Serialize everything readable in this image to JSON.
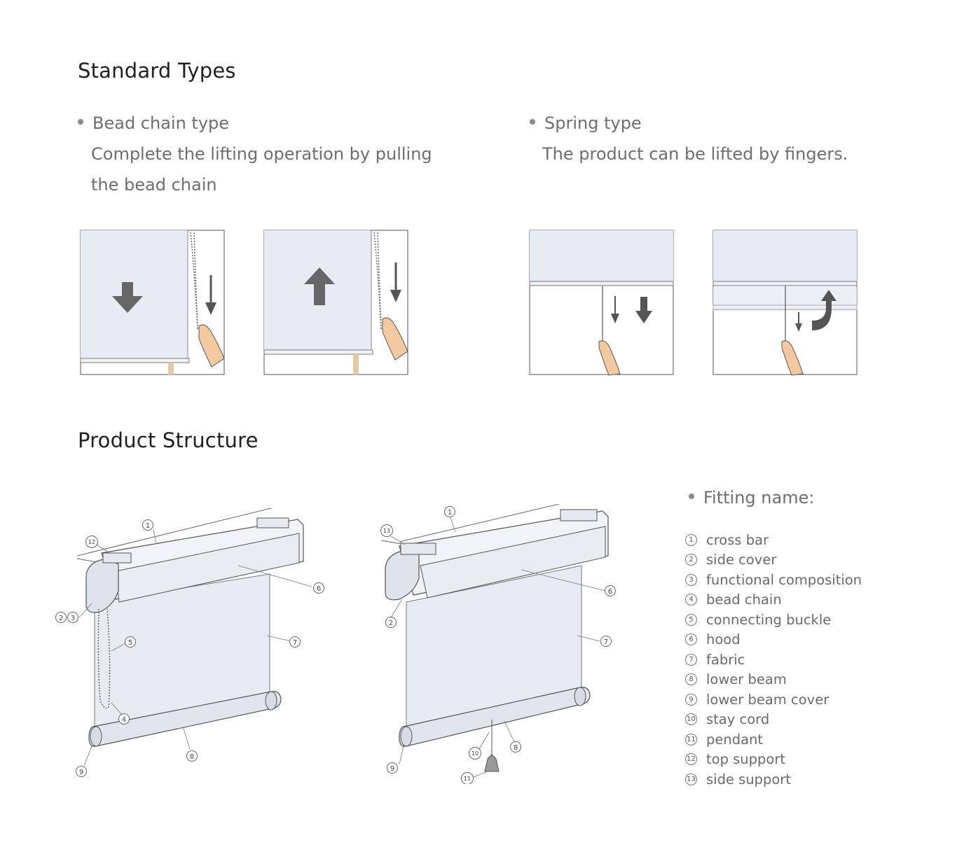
{
  "sections": {
    "standard_types": "Standard Types",
    "product_structure": "Product Structure"
  },
  "bead_chain": {
    "title": "Bead chain type",
    "line1": "Complete the lifting operation by pulling",
    "line2": "the bead chain"
  },
  "spring": {
    "title": "Spring type",
    "line1": "The product can be lifted by fingers."
  },
  "fitting": {
    "title": "Fitting name:",
    "items": [
      {
        "num": "1",
        "label": "cross bar"
      },
      {
        "num": "2",
        "label": "side cover"
      },
      {
        "num": "3",
        "label": "functional composition"
      },
      {
        "num": "4",
        "label": "bead chain"
      },
      {
        "num": "5",
        "label": "connecting buckle"
      },
      {
        "num": "6",
        "label": "hood"
      },
      {
        "num": "7",
        "label": "fabric"
      },
      {
        "num": "8",
        "label": "lower beam"
      },
      {
        "num": "9",
        "label": "lower beam cover"
      },
      {
        "num": "10",
        "label": "stay cord"
      },
      {
        "num": "11",
        "label": "pendant"
      },
      {
        "num": "12",
        "label": "top support"
      },
      {
        "num": "13",
        "label": "side support"
      }
    ]
  },
  "colors": {
    "fabric": "#e7ebf3",
    "arrow": "#666666",
    "skin": "#f3c9a0",
    "outline": "#555555"
  }
}
